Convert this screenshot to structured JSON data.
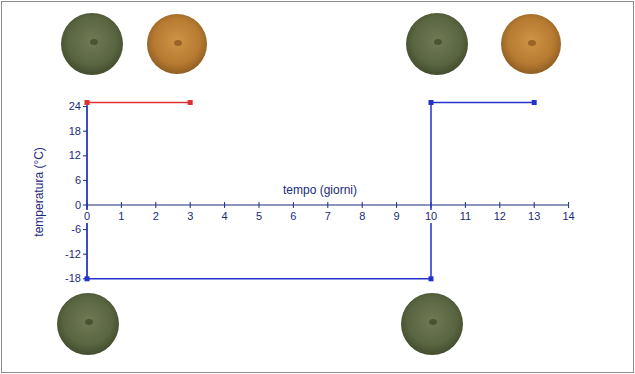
{
  "diagram": {
    "labels": [
      "24",
      "18",
      "12",
      "6",
      "0",
      "-6",
      "-12",
      "-18",
      "0",
      "1",
      "2",
      "3",
      "4",
      "5",
      "6",
      "7",
      "8",
      "9",
      "10",
      "11",
      "12",
      "13",
      "14",
      "tempo (giorni)",
      "temperatura (°C)"
    ]
  }
}
